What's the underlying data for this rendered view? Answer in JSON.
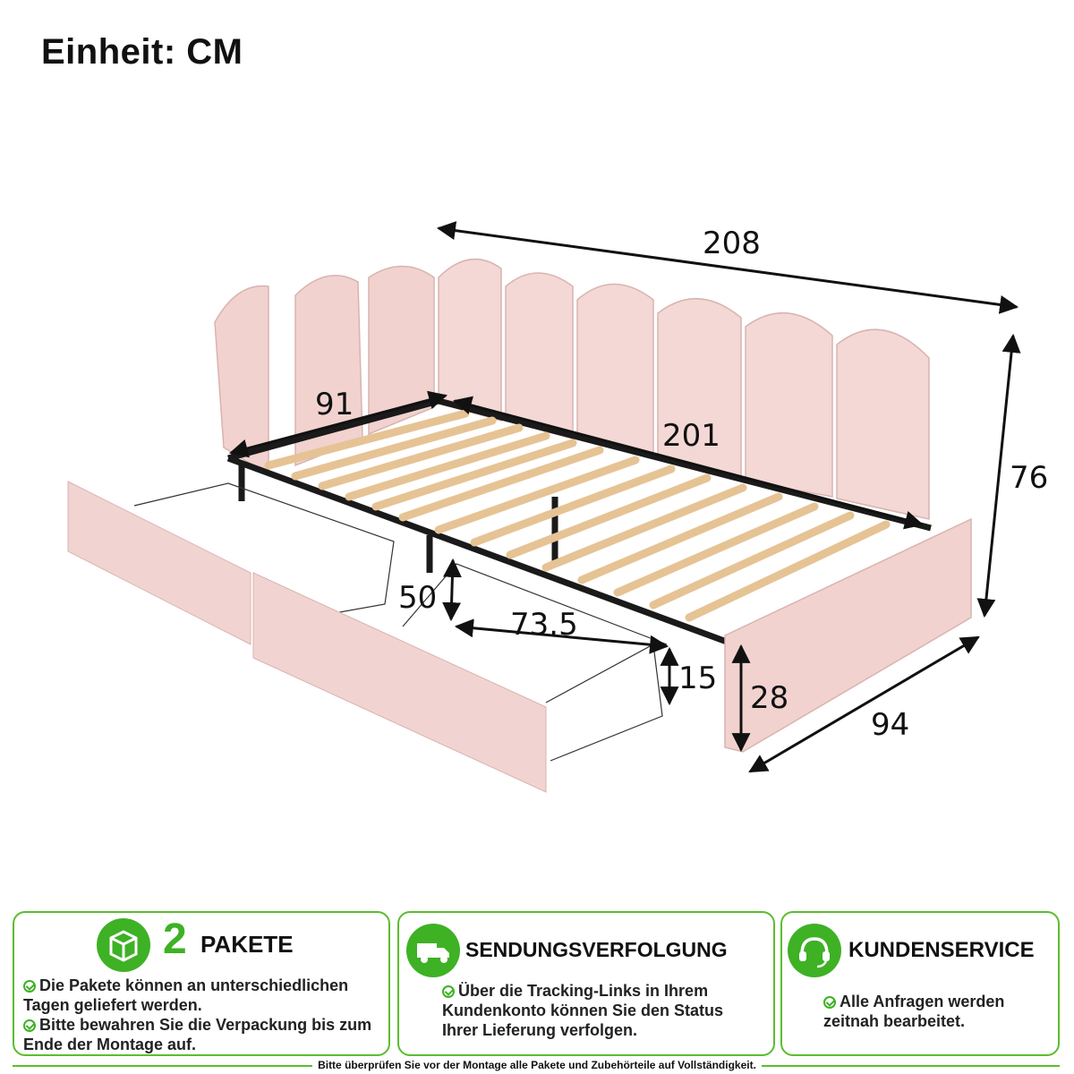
{
  "header": {
    "unit_label": "Einheit: CM"
  },
  "dimensions": {
    "total_length": "208",
    "height": "76",
    "depth": "94",
    "mattress_width": "91",
    "mattress_length": "201",
    "drawer_height": "50",
    "drawer_length": "73.5",
    "basket_height": "15",
    "side_height": "28"
  },
  "info_cards": [
    {
      "icon": "package-icon",
      "number": "2",
      "title": "PAKETE",
      "lines": [
        "Die Pakete können an unterschiedlichen Tagen geliefert werden.",
        "Bitte bewahren Sie die Verpackung bis zum Ende der Montage auf."
      ]
    },
    {
      "icon": "delivery-truck-icon",
      "title": "SENDUNGSVERFOLGUNG",
      "lines": [
        "Über die Tracking-Links in Ihrem Kundenkonto können Sie den Status Ihrer Lieferung verfolgen."
      ]
    },
    {
      "icon": "headset-icon",
      "title": "KUNDENSERVICE",
      "lines": [
        "Alle Anfragen werden zeitnah bearbeitet."
      ]
    }
  ],
  "footer": {
    "note": "Bitte überprüfen Sie vor der Montage alle Pakete und Zubehörteile auf Vollständigkeit."
  },
  "colors": {
    "accent": "#3eb125",
    "upholstery": "#f2d7d4",
    "frame": "#1a1a1a",
    "slat": "#e9c79a"
  }
}
